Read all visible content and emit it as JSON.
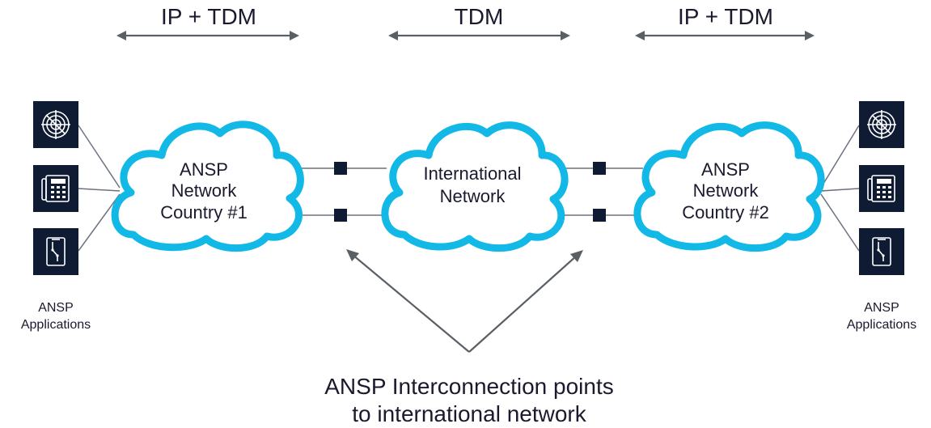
{
  "top_labels": {
    "left": "IP + TDM",
    "middle": "TDM",
    "right": "IP + TDM"
  },
  "clouds": {
    "left": [
      "ANSP",
      "Network",
      "Country #1"
    ],
    "middle": [
      "International",
      "Network"
    ],
    "right": [
      "ANSP",
      "Network",
      "Country #2"
    ]
  },
  "applications": {
    "left": [
      "ANSP",
      "Applications"
    ],
    "right": [
      "ANSP",
      "Applications"
    ],
    "icons": [
      "radar-icon",
      "telephone-icon",
      "switch-panel-icon"
    ]
  },
  "interconnection_caption": [
    "ANSP Interconnection points",
    "to international network"
  ],
  "colors": {
    "cloud_outline": "#12b8e6",
    "icon_background": "#0e1b33",
    "arrow": "#5a5f66",
    "text": "#1a1a2e"
  }
}
